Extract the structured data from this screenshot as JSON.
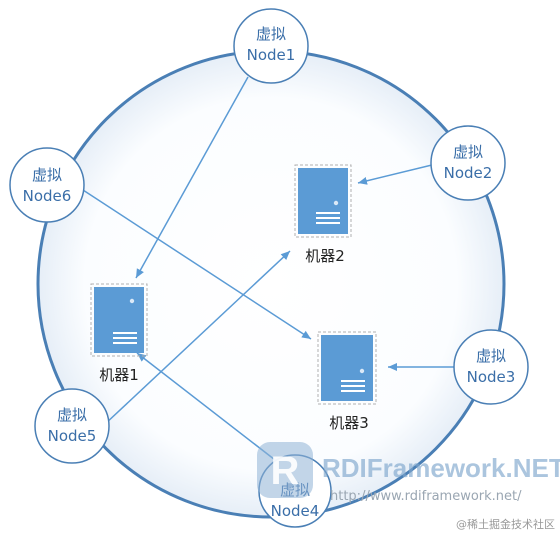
{
  "diagram": {
    "virtual_nodes": [
      {
        "id": "node1",
        "line1": "虚拟",
        "line2": "Node1"
      },
      {
        "id": "node2",
        "line1": "虚拟",
        "line2": "Node2"
      },
      {
        "id": "node3",
        "line1": "虚拟",
        "line2": "Node3"
      },
      {
        "id": "node4",
        "line1": "虚拟",
        "line2": "Node4"
      },
      {
        "id": "node5",
        "line1": "虚拟",
        "line2": "Node5"
      },
      {
        "id": "node6",
        "line1": "虚拟",
        "line2": "Node6"
      }
    ],
    "machines": [
      {
        "id": "m1",
        "label": "机器1"
      },
      {
        "id": "m2",
        "label": "机器2"
      },
      {
        "id": "m3",
        "label": "机器3"
      }
    ],
    "edges": [
      {
        "from": "node1",
        "to": "m1"
      },
      {
        "from": "node2",
        "to": "m2"
      },
      {
        "from": "node3",
        "to": "m3"
      },
      {
        "from": "node4",
        "to": "m1"
      },
      {
        "from": "node5",
        "to": "m2"
      },
      {
        "from": "node6",
        "to": "m3"
      }
    ]
  },
  "watermark": {
    "logo_letter": "R",
    "brand": "RDIFramework.NET",
    "url": "http://www.rdiframework.net/"
  },
  "credit": "@稀土掘金技术社区",
  "colors": {
    "ring": "#4a7fb5",
    "line": "#5b9bd5",
    "server": "#5b9bd5",
    "node_border": "#4a7fb5",
    "node_text": "#3a6ea8"
  }
}
